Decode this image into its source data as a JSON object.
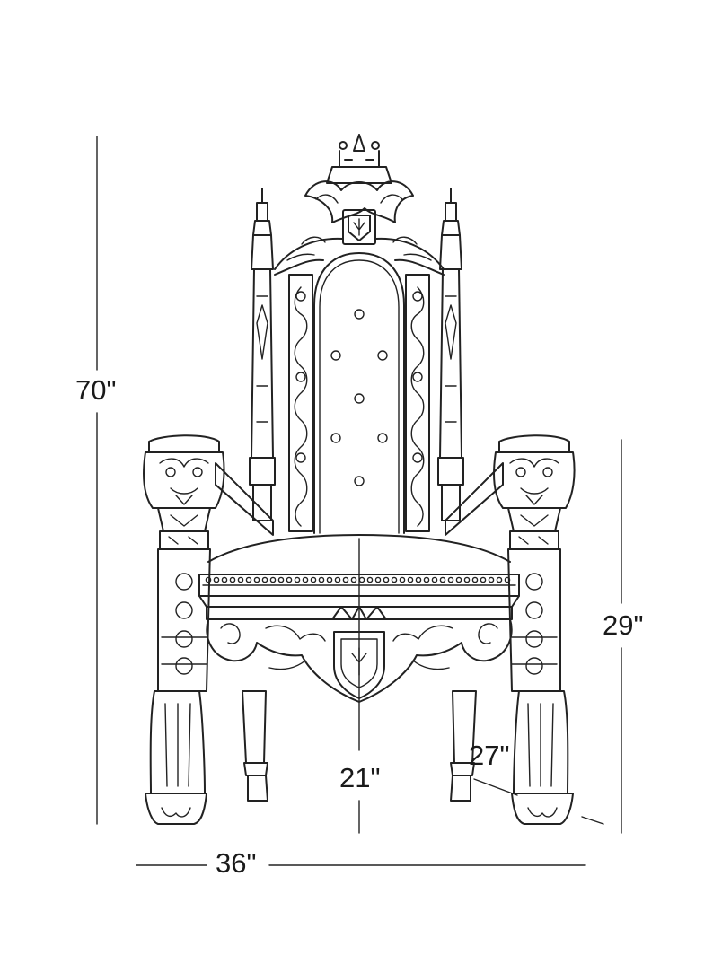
{
  "dimensions": {
    "height": "70\"",
    "seat_height": "29\"",
    "depth": "27\"",
    "seat_depth": "21\"",
    "width": "36\""
  }
}
